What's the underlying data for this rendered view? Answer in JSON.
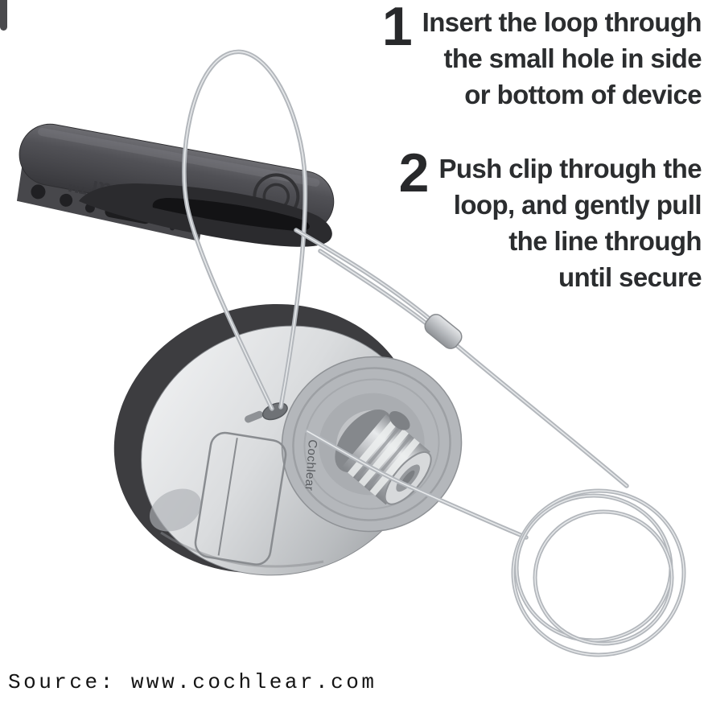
{
  "page": {
    "background": "#ffffff",
    "corner_tab_color": "#4a4a4d"
  },
  "steps": [
    {
      "number": "1",
      "lines": [
        "Insert the loop through",
        "the small hole in side",
        "or bottom of device"
      ]
    },
    {
      "number": "2",
      "lines": [
        "Push clip through the",
        "loop, and gently pull",
        "the line through",
        "until secure"
      ]
    }
  ],
  "source": {
    "text": "Source: www.cochlear.com"
  },
  "illustration": {
    "description": "Grayscale product photo: a dark Cochlear clip fastened by a wire safety line looped through the small hole of a silver sound processor, with the excess line coiled at lower right",
    "clip_label": "Cochlear™",
    "device_label": "Cochlear",
    "colors": {
      "wire": "#b3b7bc",
      "wire_highlight": "#eceef0",
      "clip_dark": "#3f3f43",
      "jaw_dark": "#2b2b2e",
      "device_silver": "#c9cbce",
      "device_rim": "#3d3d40",
      "text": "#2b2d2f"
    }
  }
}
